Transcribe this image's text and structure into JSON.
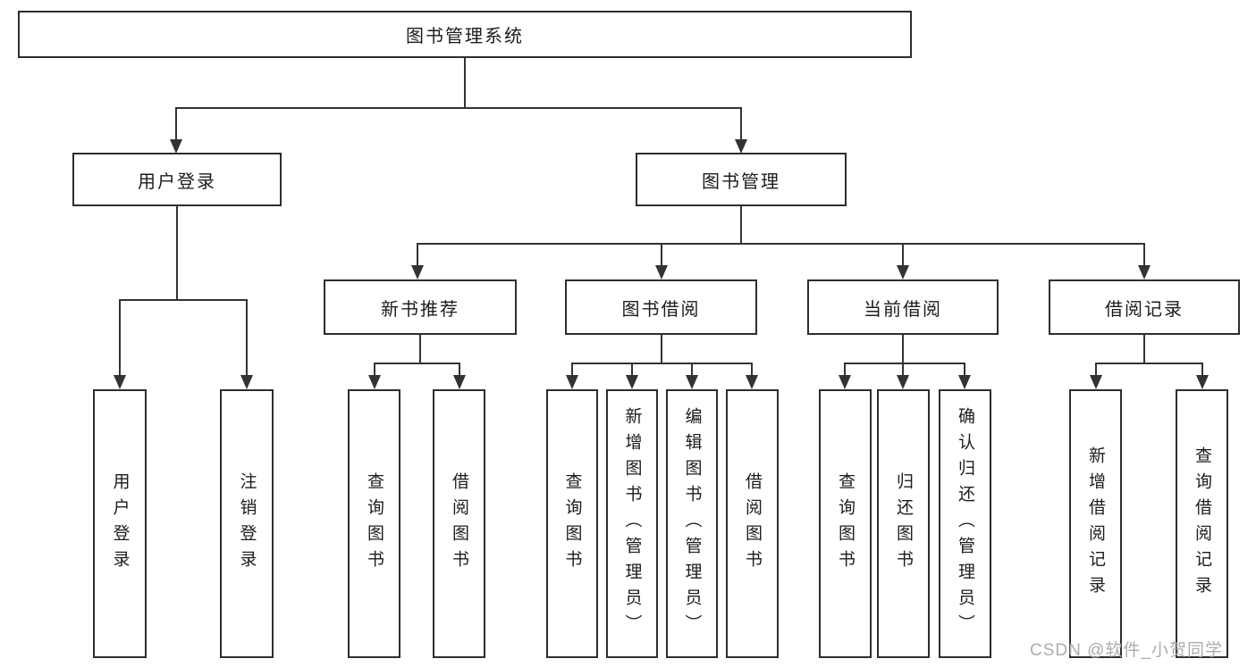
{
  "tree": {
    "root": {
      "label": "图书管理系统"
    },
    "branches": [
      {
        "label": "用户登录",
        "children": [
          {
            "label": "用户登录"
          },
          {
            "label": "注销登录"
          }
        ]
      },
      {
        "label": "图书管理",
        "children": [
          {
            "label": "新书推荐",
            "children": [
              {
                "label": "查询图书"
              },
              {
                "label": "借阅图书"
              }
            ]
          },
          {
            "label": "图书借阅",
            "children": [
              {
                "label": "查询图书"
              },
              {
                "label": "新增图书（管理员）"
              },
              {
                "label": "编辑图书（管理员）"
              },
              {
                "label": "借阅图书"
              }
            ]
          },
          {
            "label": "当前借阅",
            "children": [
              {
                "label": "查询图书"
              },
              {
                "label": "归还图书"
              },
              {
                "label": "确认归还（管理员）"
              }
            ]
          },
          {
            "label": "借阅记录",
            "children": [
              {
                "label": "新增借阅记录"
              },
              {
                "label": "查询借阅记录"
              }
            ]
          }
        ]
      }
    ]
  },
  "watermark": "CSDN @软件_小贺同学",
  "colors": {
    "line": "#333333",
    "box_border": "#2d2d2d",
    "text": "#1c1c1c",
    "watermark": "#a8a8a8",
    "background": "#ffffff"
  }
}
